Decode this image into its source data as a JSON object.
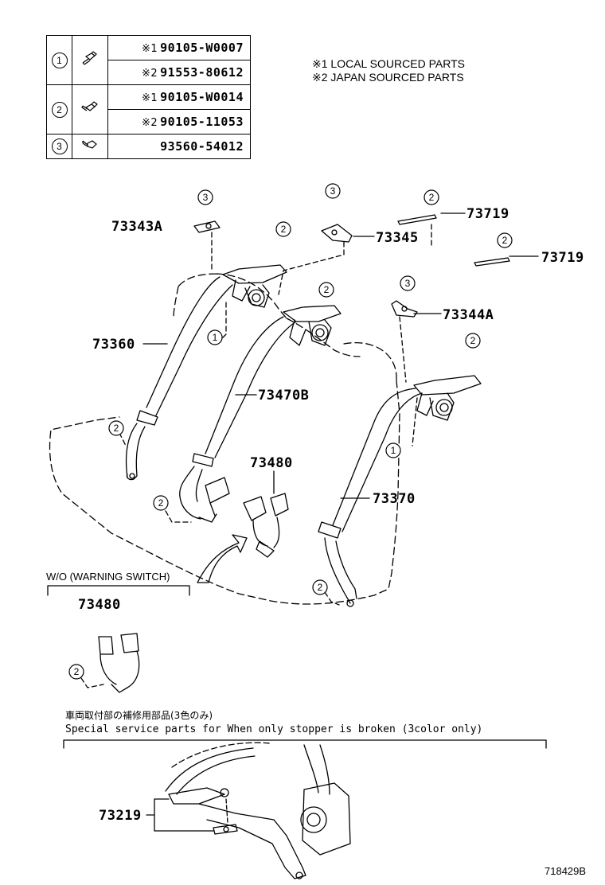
{
  "fasteners_table": {
    "rows": [
      {
        "ref": "1",
        "icon": "bolt-icon",
        "parts": [
          {
            "mark": "※1",
            "number": "90105-W0007"
          },
          {
            "mark": "※2",
            "number": "91553-80612"
          }
        ]
      },
      {
        "ref": "2",
        "icon": "bolt-icon",
        "parts": [
          {
            "mark": "※1",
            "number": "90105-W0014"
          },
          {
            "mark": "※2",
            "number": "90105-11053"
          }
        ]
      },
      {
        "ref": "3",
        "icon": "screw-icon",
        "parts": [
          {
            "mark": "",
            "number": "93560-54012"
          }
        ]
      }
    ]
  },
  "notes": {
    "line1": "※1 LOCAL SOURCED PARTS",
    "line2": "※2 JAPAN SOURCED PARTS"
  },
  "part_labels": {
    "p73343A": "73343A",
    "p73345": "73345",
    "p73719a": "73719",
    "p73719b": "73719",
    "p73344A": "73344A",
    "p73360": "73360",
    "p73470B": "73470B",
    "p73480": "73480",
    "p73370": "73370",
    "p73480b": "73480",
    "p73219": "73219"
  },
  "callouts": {
    "c3": "3",
    "c2": "2",
    "c1": "1"
  },
  "wo_label": "W/O (WARNING  SWITCH)",
  "special": {
    "jp": "車両取付部の補修用部品(3色のみ)",
    "en": "Special  service  parts  for  When  only  stopper  is  broken  (3color  only)"
  },
  "figure_id": "718429B"
}
